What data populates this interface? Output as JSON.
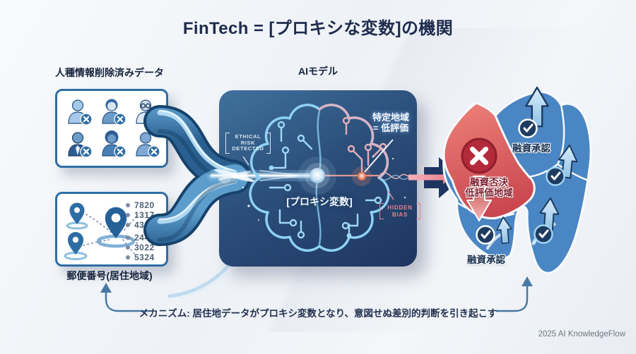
{
  "title": "FinTech = [プロキシな変数]の機関",
  "panels": {
    "race_data": {
      "label": "人種情報削除済みデータ"
    },
    "postal": {
      "label": "郵便番号(居住地域)",
      "codes": [
        "7820",
        "1317",
        "4334",
        "2448",
        "3022",
        "5324"
      ]
    }
  },
  "ai_model": {
    "label": "AIモデル",
    "proxy_variable": "[プロキシ変数]",
    "ethical_risk": [
      "ETHICAL",
      "RISK",
      "DETECTED"
    ],
    "hidden_bias": [
      "HIDDEN",
      "BIAS"
    ],
    "region_note": [
      "特定地域",
      "= 低評価"
    ]
  },
  "map": {
    "denied": [
      "融資否決",
      "低評価地域"
    ],
    "approved_top": "融資承認",
    "approved_bottom": "融資承認"
  },
  "mechanism": "メカニズム: 居住地データがプロキシ変数となり、意図せぬ差別的判断を引き起こす",
  "credit": "2025 AI KnowledgeFlow",
  "icons": {
    "x_badge": "✕",
    "check_badge": "✓",
    "up_arrow": "↑",
    "down_arrow": "↓"
  },
  "colors": {
    "title_navy": "#1d2b4d",
    "panel_border": "#2e6da4",
    "box_navy": "#1e3560",
    "brain_blue": "#8ed2f4",
    "brain_pink": "#dfaec0",
    "alert_red": "#b32a3a",
    "map_red": "#d9534f",
    "map_blue": "#4a86c4",
    "approve_navy": "#1d3b60",
    "bracket_blue": "#4879a6",
    "credit_gray": "#6e7681"
  }
}
